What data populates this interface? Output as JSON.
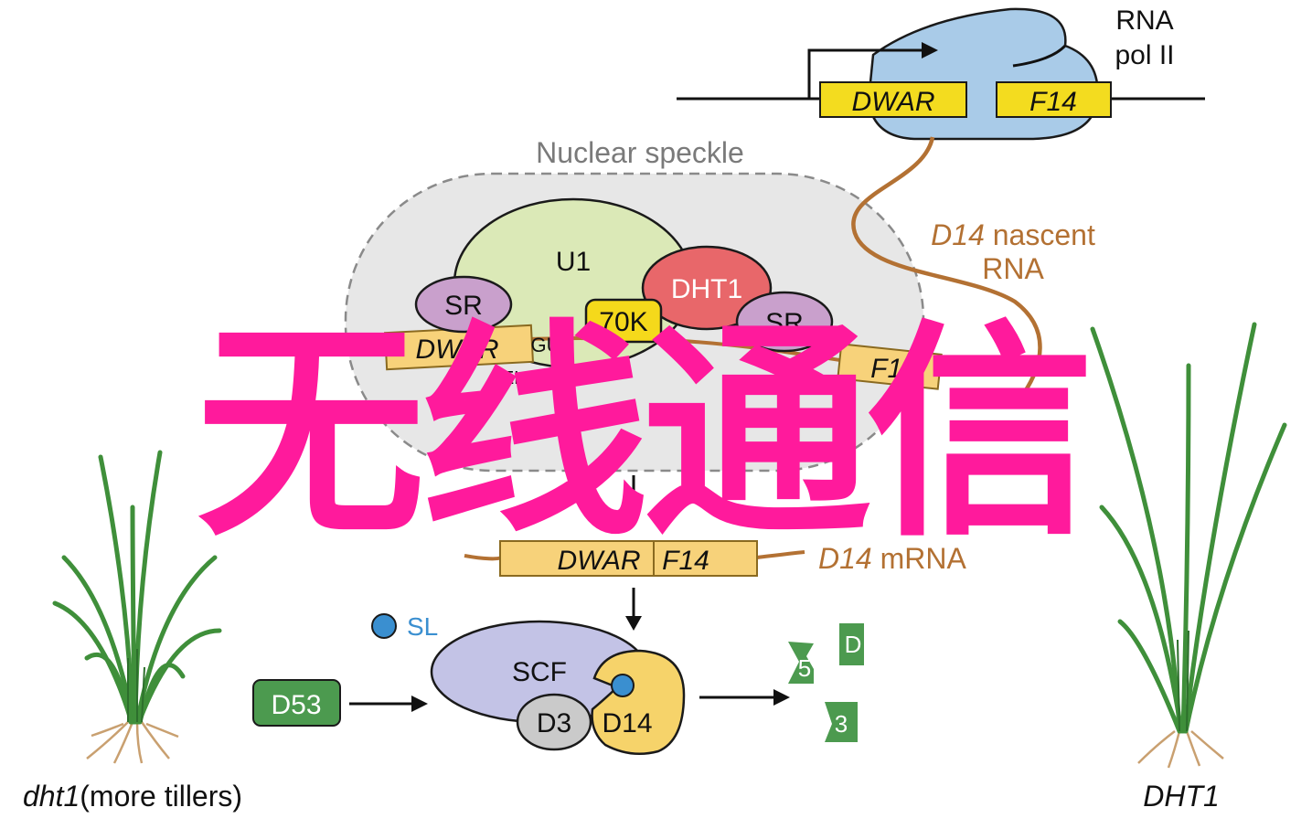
{
  "colors": {
    "gene_box": "#f3dc1f",
    "mrna_box": "#f7d27a",
    "polymerase": "#a9cbe8",
    "rna_strand": "#b37133",
    "speckle_fill": "#e7e7e7",
    "u1_fill": "#dbe9b7",
    "sr_fill": "#c9a0cc",
    "dht1_fill": "#e8676a",
    "k70_fill": "#f5d91b",
    "scf_fill": "#c3c3e6",
    "d3_fill": "#cacaca",
    "d14_fill": "#f6d36a",
    "sl_dot": "#3a8fd0",
    "d53_fill": "#4c9a4f",
    "plant_leaf": "#3f8f3a",
    "overlay_text": "#ff1a9c"
  },
  "labels": {
    "pol2_line1": "RNA",
    "pol2_line2": "pol II",
    "gene_dwar": "DWAR",
    "gene_f14": "F14",
    "speckle_title": "Nuclear speckle",
    "nascent_italic": "D14",
    "nascent_rest": " nascent",
    "nascent_line2": "RNA",
    "u1": "U1",
    "dht1": "DHT1",
    "sr_left": "SR",
    "sr_right": "SR",
    "k70": "70K",
    "pre_dwar": "DWAR",
    "pre_f14": "F14",
    "pre_gu": "GU",
    "pre_fragment": "ELSC",
    "mrna_dwar": "DWAR",
    "mrna_f14": "F14",
    "mrna_italic": "D14",
    "mrna_rest": " mRNA",
    "sl": "SL",
    "scf": "SCF",
    "d3": "D3",
    "d14": "D14",
    "d53": "D53",
    "frag_a": "5",
    "frag_b": "3",
    "frag_c": "D",
    "left_plant_italic": "dht1",
    "left_plant_rest": "(more tillers)",
    "right_plant_italic": "DHT1"
  },
  "overlay": {
    "text": "无线通信"
  }
}
